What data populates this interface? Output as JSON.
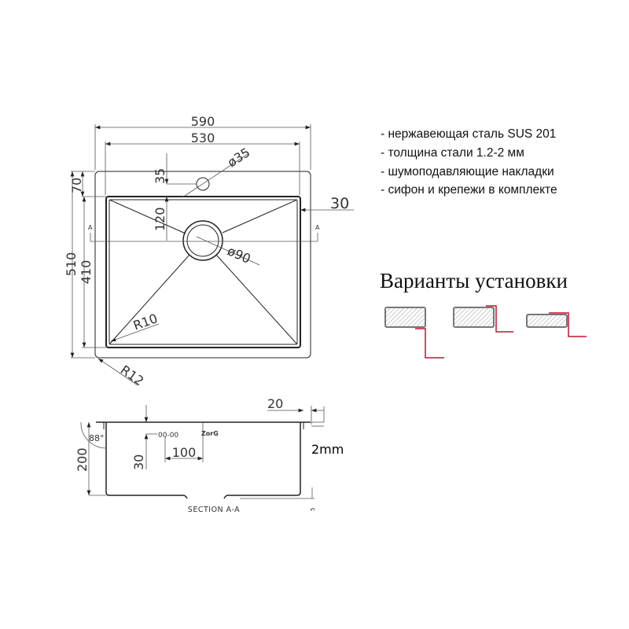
{
  "specs": [
    "- нержавеющая сталь SUS 201",
    "- толщина стали 1.2-2 мм",
    "- шумоподавляющие накладки",
    "- сифон и крепежи в комплекте"
  ],
  "install_title": "Варианты установки",
  "plan": {
    "dim_width_outer": "590",
    "dim_width_inner": "530",
    "dim_hole_dia": "ø35",
    "dim_hole_offset": "35",
    "dim_drain_offset": "120",
    "dim_flange_top": "70",
    "dim_height_outer": "510",
    "dim_height_inner": "410",
    "dim_side": "30",
    "dim_drain_dia": "ø90",
    "dim_inner_radius": "R10",
    "dim_outer_radius": "R12",
    "section_mark": "A"
  },
  "section": {
    "title": "SECTION A-A",
    "dim_depth": "200",
    "dim_angle": "88°",
    "dim_overflow_height": "30",
    "dim_overflow_spacing": "100",
    "dim_flange": "20",
    "dim_thickness": "2mm",
    "dim_bottom": "5",
    "logo_text": "ZorG",
    "overflow_marks": "00-00"
  },
  "colors": {
    "line": "#222222",
    "accent_red": "#c8102e",
    "hatch": "#9a9a9a"
  }
}
